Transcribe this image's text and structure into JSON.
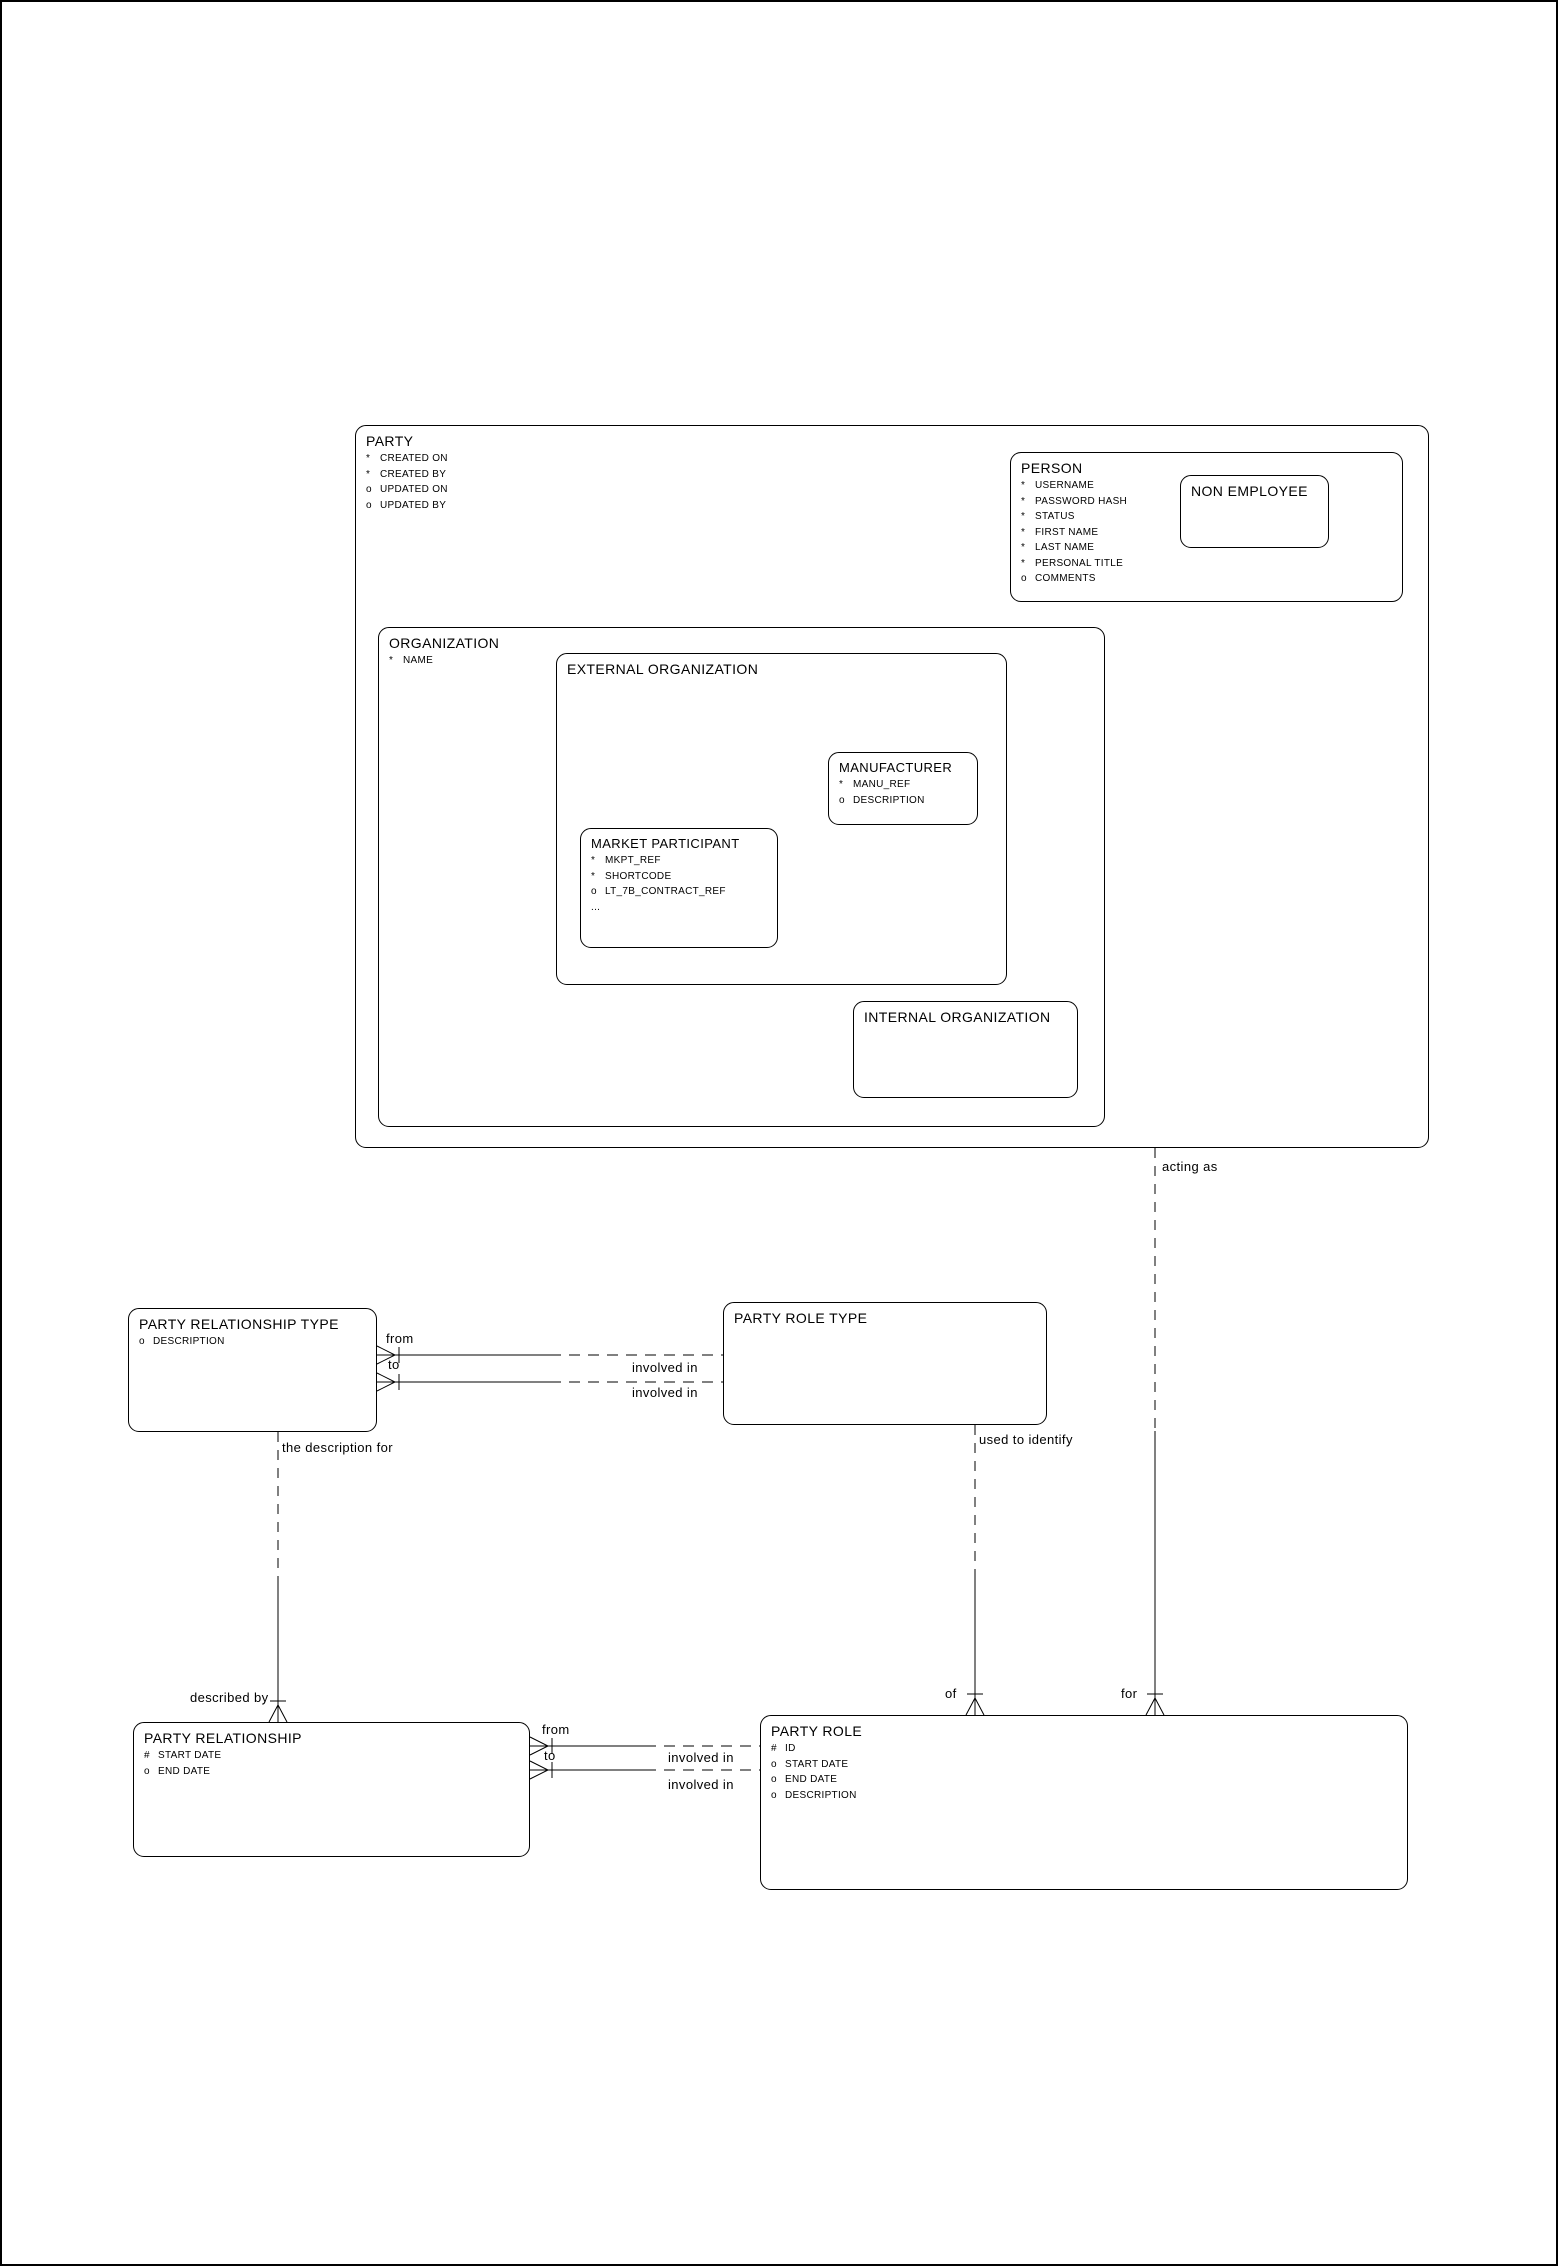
{
  "markers": {
    "mandatory": "*",
    "optional": "o",
    "key": "#"
  },
  "entities": {
    "party": {
      "name": "PARTY",
      "attrs": [
        {
          "m": "*",
          "t": "CREATED ON"
        },
        {
          "m": "*",
          "t": "CREATED BY"
        },
        {
          "m": "o",
          "t": "UPDATED ON"
        },
        {
          "m": "o",
          "t": "UPDATED BY"
        }
      ]
    },
    "person": {
      "name": "PERSON",
      "attrs": [
        {
          "m": "*",
          "t": "USERNAME"
        },
        {
          "m": "*",
          "t": "PASSWORD HASH"
        },
        {
          "m": "*",
          "t": "STATUS"
        },
        {
          "m": "*",
          "t": "FIRST NAME"
        },
        {
          "m": "*",
          "t": "LAST NAME"
        },
        {
          "m": "*",
          "t": "PERSONAL TITLE"
        },
        {
          "m": "o",
          "t": "COMMENTS"
        }
      ]
    },
    "non_employee": {
      "name": "NON EMPLOYEE",
      "attrs": []
    },
    "organization": {
      "name": "ORGANIZATION",
      "attrs": [
        {
          "m": "*",
          "t": "NAME"
        }
      ]
    },
    "external_organization": {
      "name": "EXTERNAL ORGANIZATION",
      "attrs": []
    },
    "manufacturer": {
      "name": "MANUFACTURER",
      "attrs": [
        {
          "m": "*",
          "t": "MANU_REF"
        },
        {
          "m": "o",
          "t": "DESCRIPTION"
        }
      ]
    },
    "market_participant": {
      "name": "MARKET PARTICIPANT",
      "attrs": [
        {
          "m": "*",
          "t": "MKPT_REF"
        },
        {
          "m": "*",
          "t": "SHORTCODE"
        },
        {
          "m": "o",
          "t": "LT_7B_CONTRACT_REF"
        },
        {
          "m": "...",
          "t": ""
        }
      ]
    },
    "internal_organization": {
      "name": "INTERNAL ORGANIZATION",
      "attrs": []
    },
    "party_relationship_type": {
      "name": "PARTY RELATIONSHIP TYPE",
      "attrs": [
        {
          "m": "o",
          "t": "DESCRIPTION"
        }
      ]
    },
    "party_role_type": {
      "name": "PARTY ROLE TYPE",
      "attrs": []
    },
    "party_relationship": {
      "name": "PARTY RELATIONSHIP",
      "attrs": [
        {
          "m": "#",
          "t": "START DATE"
        },
        {
          "m": "o",
          "t": "END DATE"
        }
      ]
    },
    "party_role": {
      "name": "PARTY ROLE",
      "attrs": [
        {
          "m": "#",
          "t": "ID"
        },
        {
          "m": "o",
          "t": "START DATE"
        },
        {
          "m": "o",
          "t": "END DATE"
        },
        {
          "m": "o",
          "t": "DESCRIPTION"
        }
      ]
    }
  },
  "relationships": {
    "acting_as": {
      "label": "acting as",
      "end_label": "for"
    },
    "used_to_identify": {
      "label": "used to identify",
      "end_label": "of"
    },
    "description_for": {
      "label": "the description for",
      "end_label": "described by"
    },
    "type_from": {
      "start_label": "from",
      "end_label": "involved in"
    },
    "type_to": {
      "start_label": "to",
      "end_label": "involved in"
    },
    "rel_from": {
      "start_label": "from",
      "end_label": "involved in"
    },
    "rel_to": {
      "start_label": "to",
      "end_label": "involved in"
    }
  },
  "colors": {
    "line": "#000000",
    "background": "#ffffff"
  }
}
